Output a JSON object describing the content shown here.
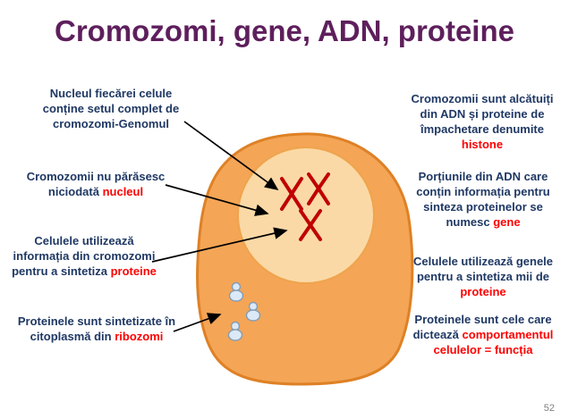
{
  "title": "Cromozomi, gene, ADN, proteine",
  "page_number": "52",
  "colors": {
    "title": "#5E1F5C",
    "body_text": "#1F3864",
    "highlight": "#FF0000",
    "cell_fill": "#F4A556",
    "cell_stroke": "#DE8125",
    "nucleus_fill": "#FBD9A6",
    "nucleus_stroke": "#EFA44C",
    "chromosome": "#C00000",
    "ribosome_fill": "#DCE9F6",
    "ribosome_stroke": "#7F9DB9",
    "arrow": "#000000"
  },
  "left_annotations": [
    {
      "text": "Nucleul fiecărei celule conține setul complet de cromozomi-",
      "highlight": "Genomul"
    },
    {
      "text": "Cromozomii nu părăsesc niciodată ",
      "highlight": "nucleul"
    },
    {
      "text": "Celulele utilizează informația din cromozomi pentru a sintetiza ",
      "highlight": "proteine"
    },
    {
      "text": "Proteinele sunt sintetizate în citoplasmă din ",
      "highlight": "ribozomi"
    }
  ],
  "right_annotations": [
    {
      "text": "Cromozomii sunt alcătuiți din ADN și proteine de împachetare denumite ",
      "highlight": "histone"
    },
    {
      "text": "Porțiunile din ADN care conțin informația pentru sinteza proteinelor se numesc ",
      "highlight": "gene"
    },
    {
      "text": "Celulele utilizează genele pentru a sintetiza mii de ",
      "highlight": "proteine"
    },
    {
      "text": "Proteinele sunt cele care dictează ",
      "highlight": "comportamentul celulelor = funcția"
    }
  ]
}
